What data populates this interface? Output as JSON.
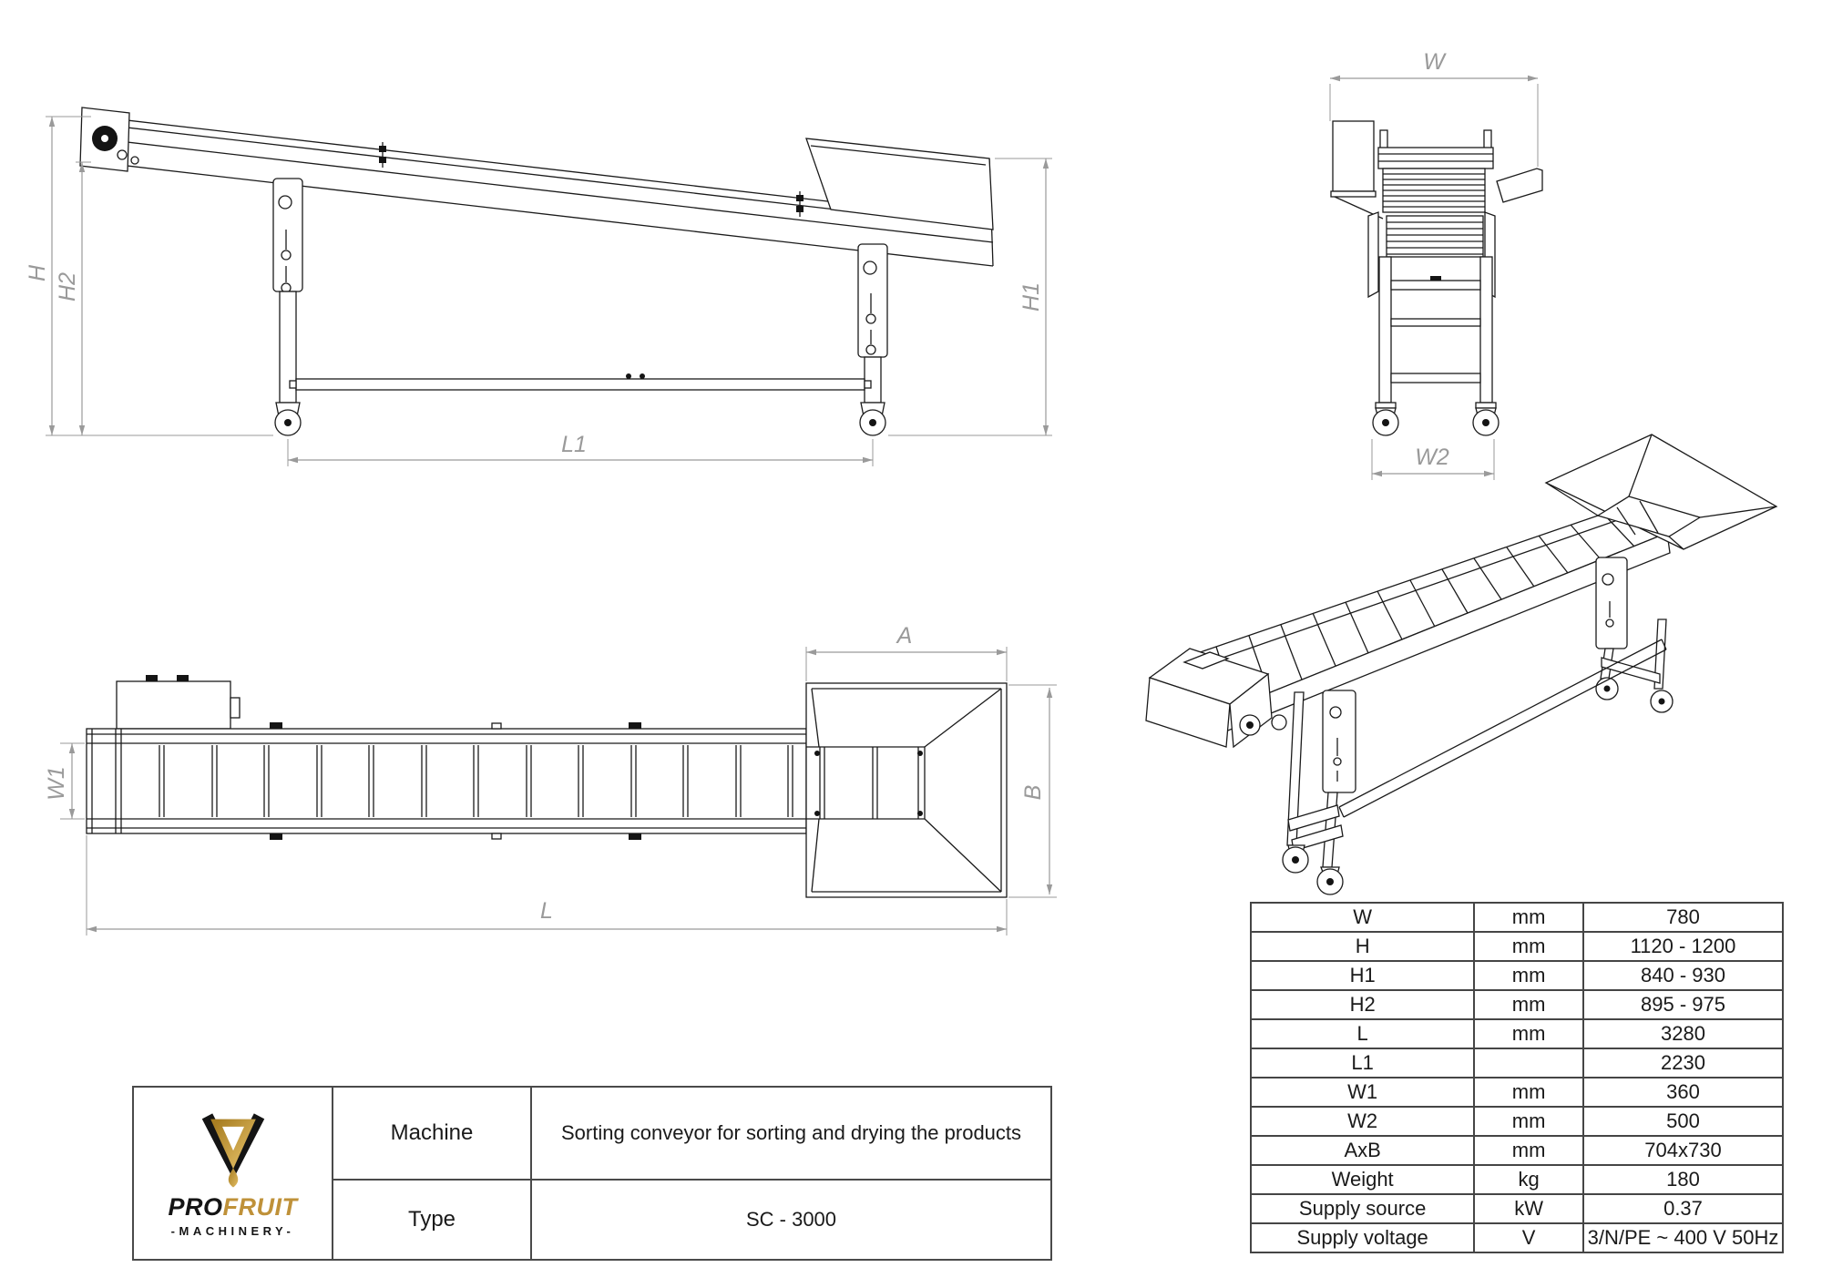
{
  "sheet": {
    "background": "#ffffff"
  },
  "dims": {
    "h": "H",
    "h2": "H2",
    "h1": "H1",
    "l1": "L1",
    "w": "W",
    "w2": "W2",
    "w1": "W1",
    "l": "L",
    "a": "A",
    "b": "B"
  },
  "spec": {
    "rows": [
      {
        "param": "W",
        "unit": "mm",
        "value": "780"
      },
      {
        "param": "H",
        "unit": "mm",
        "value": "1120 - 1200"
      },
      {
        "param": "H1",
        "unit": "mm",
        "value": "840 - 930"
      },
      {
        "param": "H2",
        "unit": "mm",
        "value": "895 - 975"
      },
      {
        "param": "L",
        "unit": "mm",
        "value": "3280"
      },
      {
        "param": "L1",
        "unit": "",
        "value": "2230"
      },
      {
        "param": "W1",
        "unit": "mm",
        "value": "360"
      },
      {
        "param": "W2",
        "unit": "mm",
        "value": "500"
      },
      {
        "param": "AxB",
        "unit": "mm",
        "value": "704x730"
      },
      {
        "param": "Weight",
        "unit": "kg",
        "value": "180"
      },
      {
        "param": "Supply  source",
        "unit": "kW",
        "value": "0.37"
      },
      {
        "param": "Supply voltage",
        "unit": "V",
        "value": "3/N/PE ~ 400 V 50Hz"
      }
    ]
  },
  "title_block": {
    "rows": [
      {
        "label": "Machine",
        "value": "Sorting conveyor for sorting and drying the products"
      },
      {
        "label": "Type",
        "value": "SC - 3000"
      }
    ]
  },
  "logo": {
    "brand_pro": "PRO",
    "brand_fruit": "FRUIT",
    "subtitle": "-MACHINERY-"
  },
  "colors": {
    "line": "#1b1b1b",
    "dimension": "#9a9a9a",
    "logo_gold": "#bf9139",
    "logo_black": "#141414",
    "table_border": "#454545"
  }
}
